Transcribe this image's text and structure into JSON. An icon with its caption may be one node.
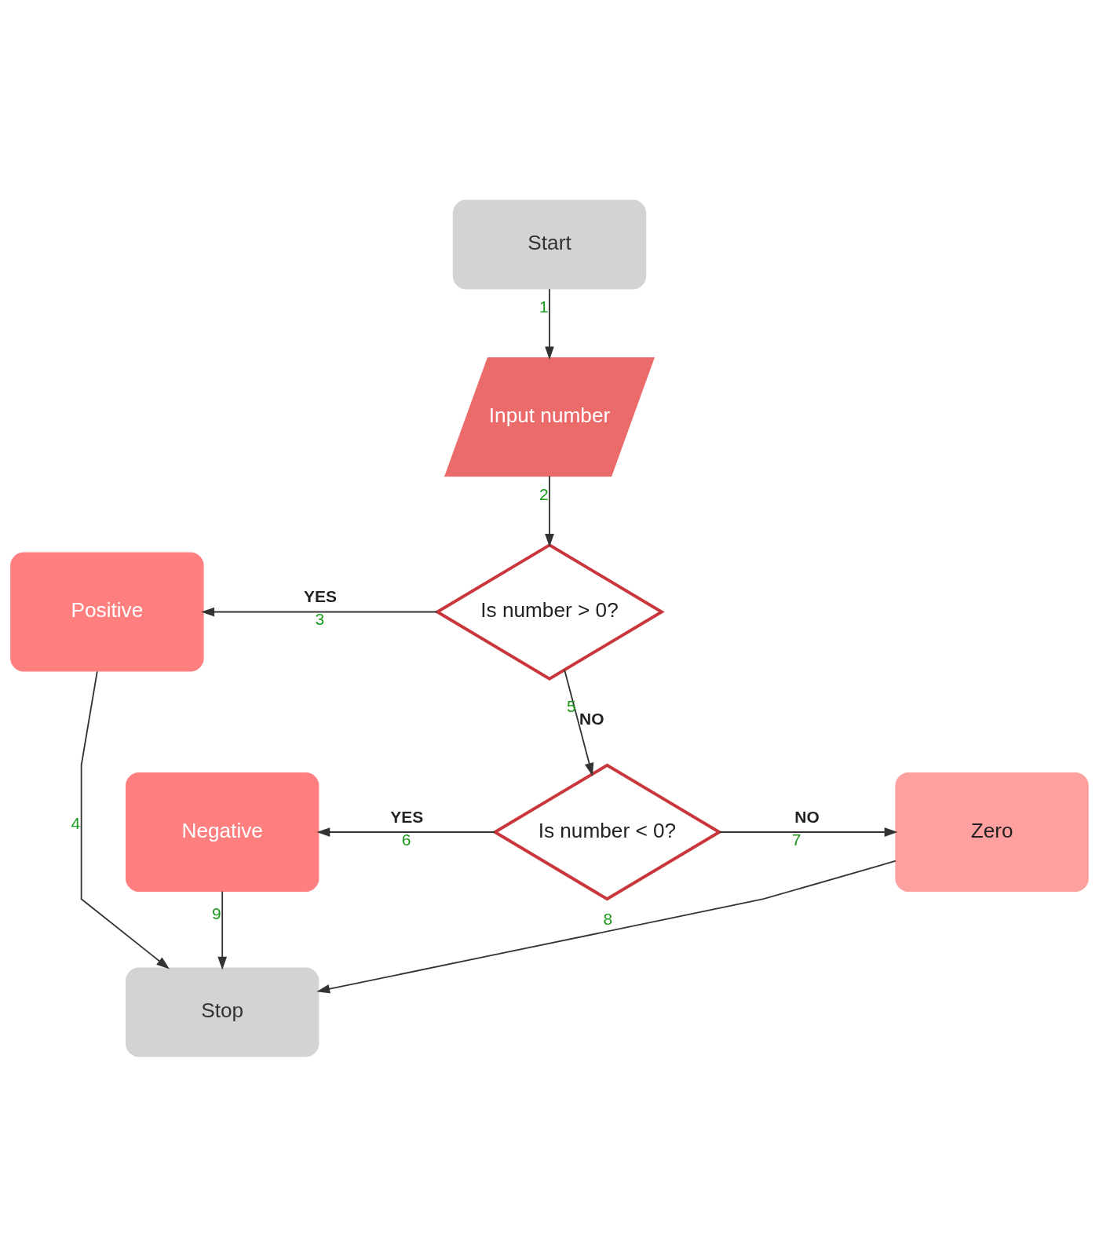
{
  "diagram": {
    "nodes": [
      {
        "text": [
          "Start"
        ]
      },
      {
        "text": [
          "Input number"
        ]
      },
      {
        "text": [
          "Is number > 0?"
        ]
      },
      {
        "text": [
          "Positive"
        ]
      },
      {
        "text": [
          "Is number < 0?"
        ]
      },
      {
        "text": [
          "Negative"
        ]
      },
      {
        "text": [
          "Zero"
        ]
      },
      {
        "text": [
          "Stop"
        ]
      }
    ],
    "edges": [
      {
        "from": 0,
        "to": 1,
        "arrow": "to"
      },
      {
        "from": 1,
        "to": 2,
        "arrow": "to"
      },
      {
        "from": 2,
        "to": 3,
        "arrow": "to",
        "label": "YES"
      },
      {
        "from": 3,
        "to": 7,
        "arrow": "to"
      },
      {
        "from": 2,
        "to": 4,
        "arrow": "to",
        "label": "NO"
      },
      {
        "from": 4,
        "to": 5,
        "arrow": "to",
        "label": "YES"
      },
      {
        "from": 4,
        "to": 6,
        "arrow": "to",
        "label": "NO"
      },
      {
        "from": 6,
        "to": 7,
        "arrow": "to"
      },
      {
        "from": 5,
        "to": 7,
        "arrow": "to"
      }
    ],
    "labels": [
      "1",
      "2",
      "3",
      "4",
      "5",
      "6",
      "7",
      "8",
      "9"
    ]
  }
}
